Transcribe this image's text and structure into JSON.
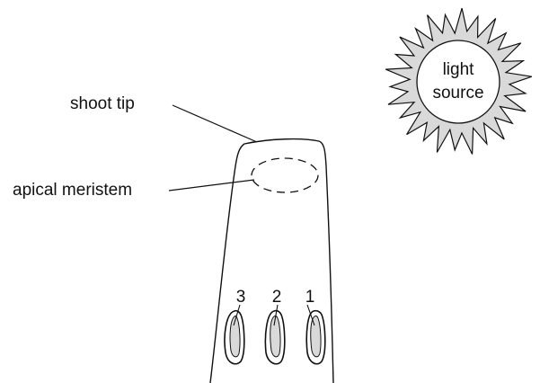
{
  "labels": {
    "shoot_tip": "shoot tip",
    "apical_meristem": "apical meristem",
    "light_line1": "light",
    "light_line2": "source"
  },
  "bud_numbers": [
    "3",
    "2",
    "1"
  ],
  "colors": {
    "ink": "#111111",
    "sun_fill": "#d9d9d9",
    "bud_fill": "#d9d9d9",
    "background": "#ffffff"
  }
}
